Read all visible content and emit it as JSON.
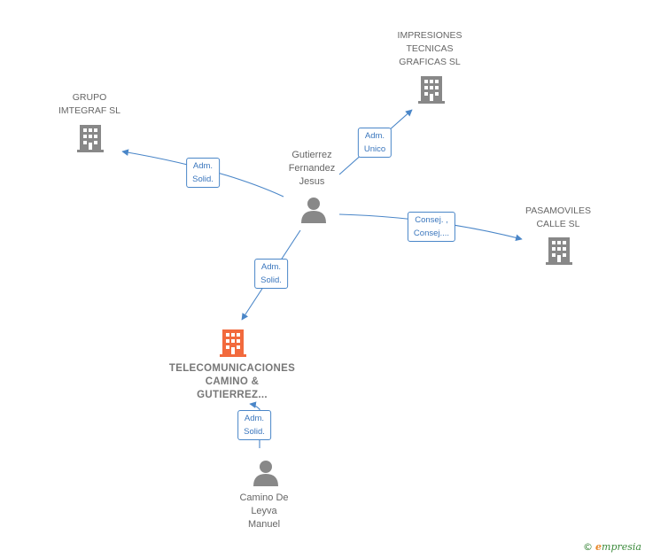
{
  "colors": {
    "edge": "#4a86c8",
    "company_icon": "#888888",
    "focus_icon": "#f26a3d",
    "person_icon": "#888888"
  },
  "nodes": {
    "impresiones": {
      "label": "IMPRESIONES\nTECNICAS\nGRAFICAS SL",
      "icon": "building-icon"
    },
    "grupo": {
      "label": "GRUPO\nIMTEGRAF SL",
      "icon": "building-icon"
    },
    "gutierrez": {
      "label": "Gutierrez\nFernandez\nJesus",
      "icon": "person-icon"
    },
    "pasamoviles": {
      "label": "PASAMOVILES\nCALLE SL",
      "icon": "building-icon"
    },
    "telecom": {
      "label": "TELECOMUNICACIONES\nCAMINO &\nGUTIERREZ...",
      "icon": "building-icon"
    },
    "camino": {
      "label": "Camino De\nLeyva\nManuel",
      "icon": "person-icon"
    }
  },
  "edges": {
    "to_impresiones": "Adm.\nUnico",
    "to_grupo": "Adm.\nSolid.",
    "to_pasamoviles": "Consej. ,\nConsej....",
    "to_telecom": "Adm.\nSolid.",
    "camino_to_telecom": "Adm.\nSolid."
  },
  "brand": {
    "copyright": "©",
    "initial": "e",
    "name": "mpresia"
  }
}
